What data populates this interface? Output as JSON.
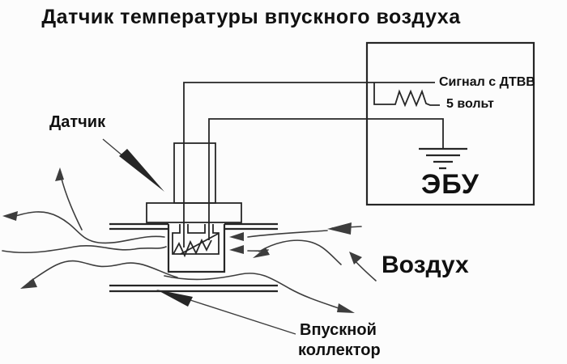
{
  "diagram": {
    "title": "Датчик температуры впускного воздуха",
    "labels": {
      "sensor": "Датчик",
      "signal_wire": "Сигнал с ДТВВ",
      "supply_voltage": "5 вольт",
      "ecu": "ЭБУ",
      "air": "Воздух",
      "intake_manifold_line1": "Впускной",
      "intake_manifold_line2": "коллектор"
    },
    "colors": {
      "background": "#fcfcfc",
      "line": "#262626",
      "flow_line": "#3d3d3d",
      "text": "#111111"
    }
  }
}
